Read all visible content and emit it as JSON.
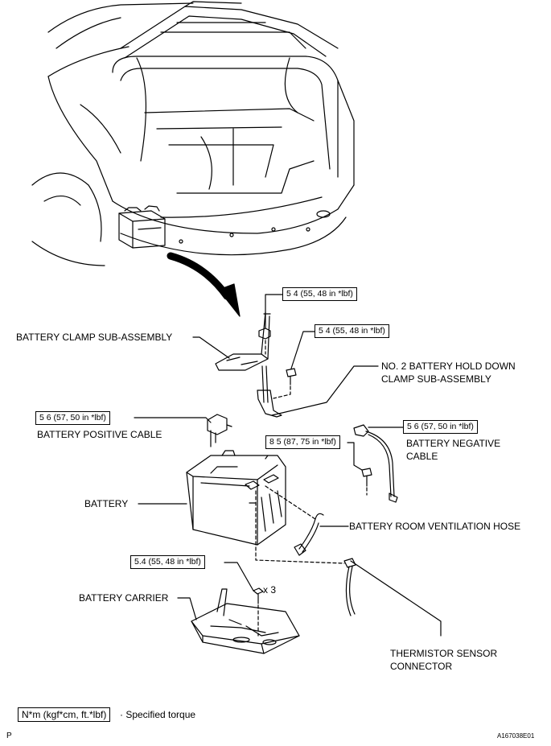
{
  "labels": {
    "battery_clamp": "BATTERY CLAMP SUB-ASSEMBLY",
    "hold_down_1": "NO. 2 BATTERY HOLD DOWN",
    "hold_down_2": "CLAMP SUB-ASSEMBLY",
    "positive_cable": "BATTERY POSITIVE CABLE",
    "negative_1": "BATTERY NEGATIVE",
    "negative_2": "CABLE",
    "battery": "BATTERY",
    "vent_hose": "BATTERY ROOM VENTILATION HOSE",
    "carrier": "BATTERY CARRIER",
    "thermistor_1": "THERMISTOR SENSOR",
    "thermistor_2": "CONNECTOR",
    "times3": "x 3"
  },
  "torques": {
    "clamp_nut": "5 4 (55, 48 in *lbf)",
    "hold_down_bolt": "5 4 (55, 48 in *lbf)",
    "positive": "5 6 (57, 50 in *lbf)",
    "negative": "5 6 (57, 50 in *lbf)",
    "negative_bolt": "8 5 (87, 75 in *lbf)",
    "carrier": "5.4 (55, 48 in *lbf)"
  },
  "legend": {
    "unit_box": "N*m (kgf*cm, ft.*lbf)",
    "description": "· Specified torque"
  },
  "footer": {
    "left": "P",
    "right": "A167038E01"
  }
}
